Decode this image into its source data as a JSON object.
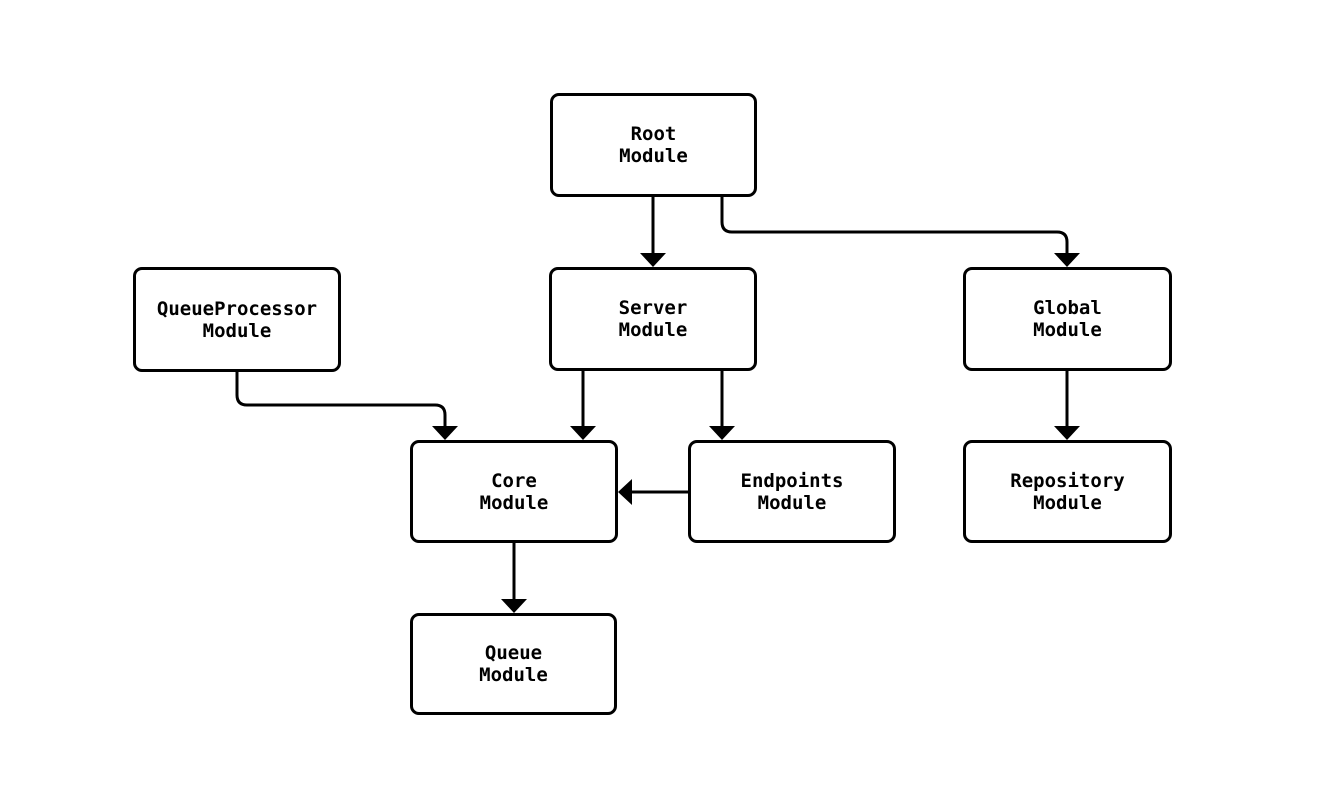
{
  "diagram": {
    "background_color": "#ffffff",
    "node_fill_color": "#ffffff",
    "node_border_color": "#000000",
    "edge_color": "#000000",
    "text_color": "#000000",
    "nodes": [
      {
        "id": "root",
        "label": "Root\nModule"
      },
      {
        "id": "queueprocessor",
        "label": "QueueProcessor\nModule"
      },
      {
        "id": "server",
        "label": "Server\nModule"
      },
      {
        "id": "global",
        "label": "Global\nModule"
      },
      {
        "id": "core",
        "label": "Core\nModule"
      },
      {
        "id": "endpoints",
        "label": "Endpoints\nModule"
      },
      {
        "id": "repository",
        "label": "Repository\nModule"
      },
      {
        "id": "queue",
        "label": "Queue\nModule"
      }
    ],
    "edges": [
      {
        "from": "Root Module",
        "to": "Server Module"
      },
      {
        "from": "Root Module",
        "to": "Global Module"
      },
      {
        "from": "QueueProcessor Module",
        "to": "Core Module"
      },
      {
        "from": "Server Module",
        "to": "Core Module"
      },
      {
        "from": "Server Module",
        "to": "Endpoints Module"
      },
      {
        "from": "Endpoints Module",
        "to": "Core Module"
      },
      {
        "from": "Global Module",
        "to": "Repository Module"
      },
      {
        "from": "Core Module",
        "to": "Queue Module"
      }
    ]
  }
}
